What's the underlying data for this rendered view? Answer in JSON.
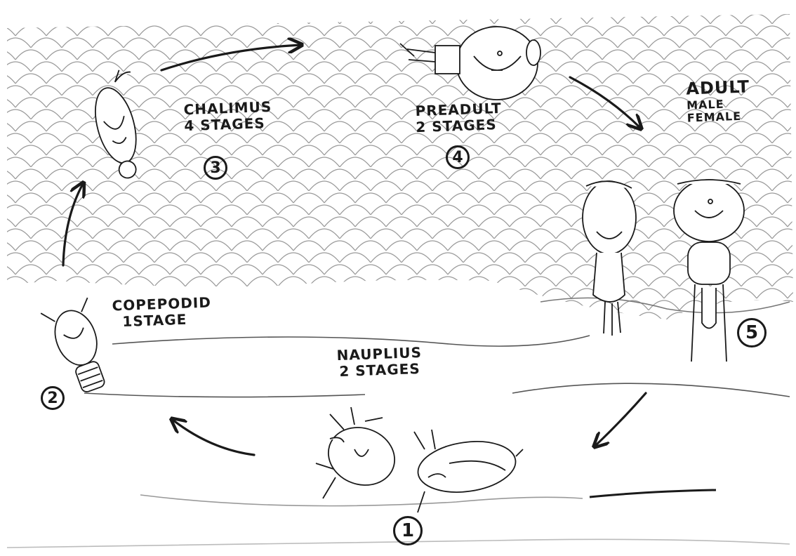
{
  "stages": [
    {
      "id": "nauplius",
      "name": "NAUPLIUS",
      "detail": "2 STAGES",
      "number": "1"
    },
    {
      "id": "copepodid",
      "name": "COPEPODID",
      "detail": "1STAGE",
      "number": "2"
    },
    {
      "id": "chalimus",
      "name": "CHALIMUS",
      "detail": "4 STAGES",
      "number": "3"
    },
    {
      "id": "preadult",
      "name": "PREADULT",
      "detail": "2 STAGES",
      "number": "4"
    },
    {
      "id": "adult",
      "name": "ADULT",
      "detail_lines": [
        "MALE",
        "FEMALE"
      ],
      "number": "5"
    }
  ]
}
